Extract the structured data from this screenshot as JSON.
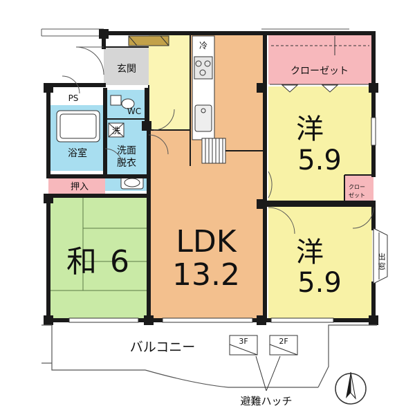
{
  "rooms": {
    "genkan": "玄関",
    "ps": "PS",
    "wc": "WC",
    "bath": "浴室",
    "washroom_line1": "洗面",
    "washroom_line2": "脱衣",
    "washer": "洗",
    "fridge": "冷",
    "oshiire": "押入",
    "closet": "クローゼット",
    "closet_small_line1": "クロー",
    "closet_small_line2": "ゼット",
    "washitsu_name": "和",
    "washitsu_size": "6",
    "ldk_name": "LDK",
    "ldk_size": "13.2",
    "youshitsu1_name": "洋",
    "youshitsu1_size": "5.9",
    "youshitsu2_name": "洋",
    "youshitsu2_size": "5.9",
    "demado_line1": "出",
    "demado_line2": "窓"
  },
  "balcony": {
    "label": "バルコニー",
    "floor_a": "3F",
    "floor_b": "2F",
    "hatch": "避難ハッチ"
  },
  "colors": {
    "tatami": "#c9eaa6",
    "ldk": "#f3c08e",
    "youshitsu": "#f8f2a6",
    "kitchen_entry": "#fbf5b4",
    "wet_area": "#a8def0",
    "closet": "#f7b8bc",
    "genkan": "#d6d6d6",
    "wall": "#1a1a1a"
  }
}
